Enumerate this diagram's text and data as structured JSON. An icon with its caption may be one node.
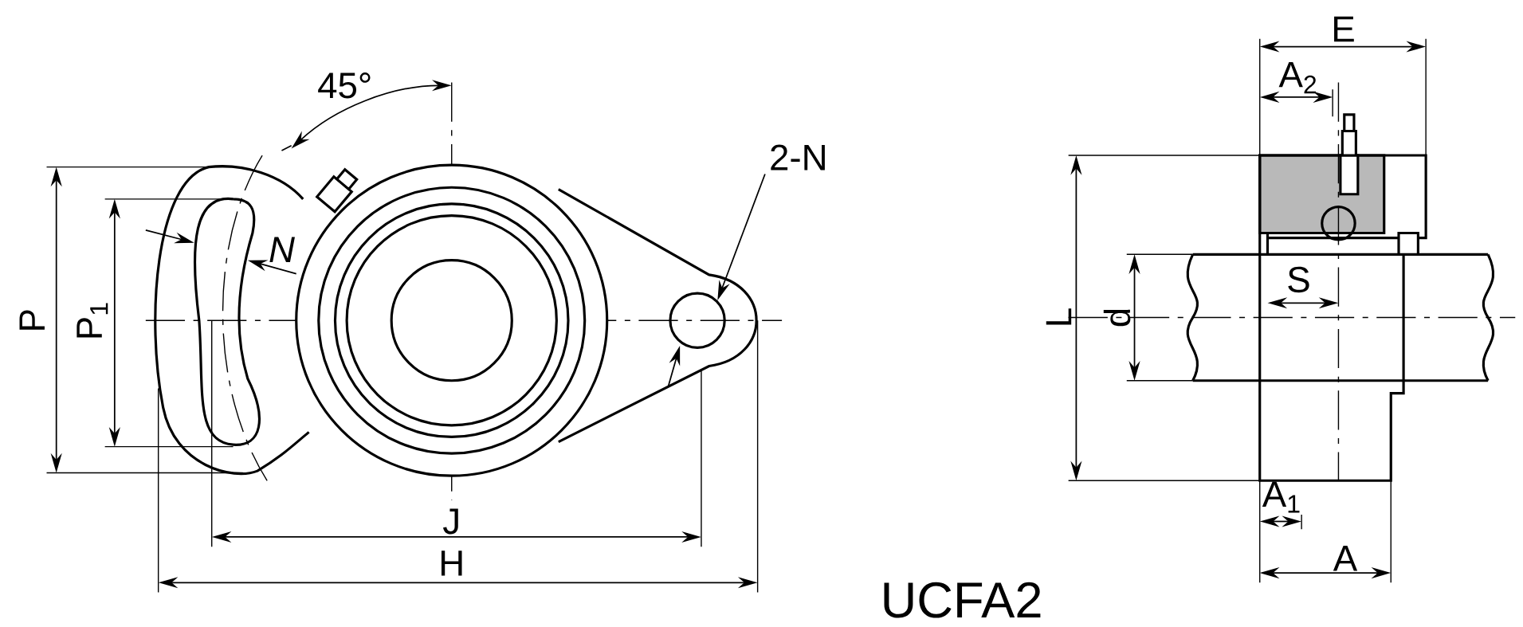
{
  "diagram": {
    "caption": "UCFA2",
    "nodes": [
      {
        "text": [
          "2-N"
        ]
      },
      {
        "text": [],
        "shape": "circle"
      }
    ],
    "edges": [
      {
        "from": 0,
        "to": 1,
        "arrow": "to"
      }
    ],
    "labels": [
      "E",
      "45°",
      "A$_{2}$",
      "N",
      "P",
      "P$_{1}$",
      "S",
      "L",
      "d",
      "J",
      "A$_{1}$",
      "H",
      "A"
    ]
  }
}
